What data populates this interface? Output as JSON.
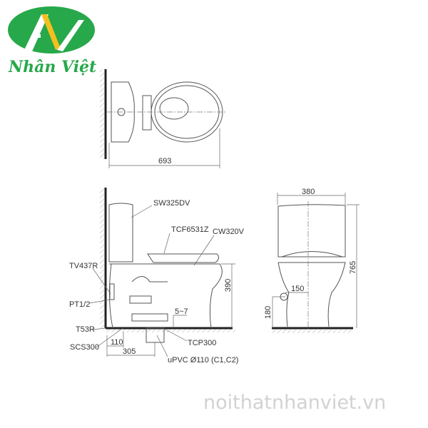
{
  "logo": {
    "brand": "Nhân Việt",
    "color": "#27a84a",
    "accent": "#f4c01e"
  },
  "top_view": {
    "dim_length": "693"
  },
  "side_view": {
    "labels": {
      "tank": "SW325DV",
      "seat": "TCF6531Z",
      "bowl": "CW320V",
      "valve": "TV437R",
      "thread": "PT1/2",
      "t53r": "T53R",
      "scs300": "SCS300",
      "tcp300": "TCP300",
      "pipe": "uPVC Ø110 (C1,C2)",
      "gap": "5~7"
    },
    "dims": {
      "height_seat": "390",
      "offset_110": "110",
      "offset_305": "305"
    }
  },
  "front_view": {
    "dim_width": "380",
    "dim_height": "765",
    "dim_150": "150",
    "dim_180": "180"
  },
  "watermark": "noithatnhanviet.vn"
}
